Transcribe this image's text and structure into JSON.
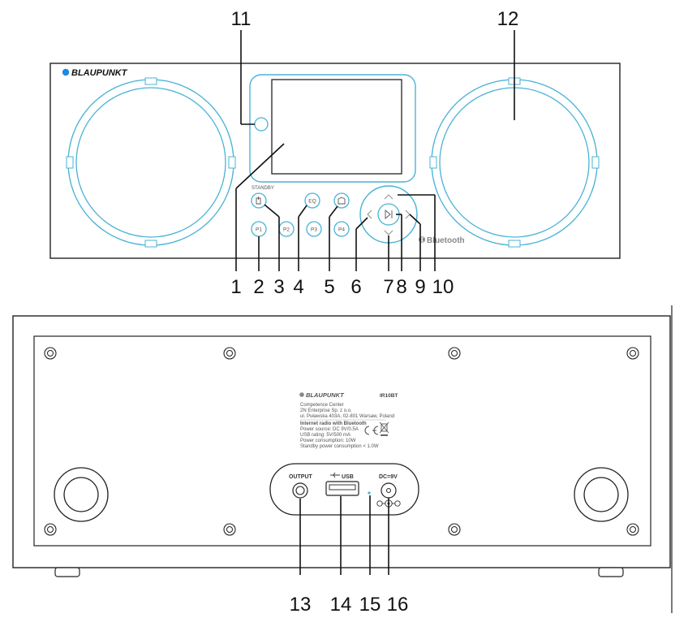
{
  "brand": "BLAUPUNKT",
  "front": {
    "standby_label": "STANDBY",
    "bluetooth_label": "Bluetooth",
    "buttons": {
      "eq": "EQ",
      "p1": "P1",
      "p2": "P2",
      "p3": "P3",
      "p4": "P4"
    }
  },
  "back": {
    "model": "IR10BT",
    "address_lines": [
      "Competence Center",
      "2N Enterprise Sp. z o.o.",
      "ul. Puławska 403A, 02-801 Warsaw, Poland"
    ],
    "spec_lines": [
      "Internet radio with Bluetooth",
      "Power source: DC 9V/0.5A",
      "USB rating: 5V/500 mA",
      "Power consumption: 10W",
      "Standby power consumption < 1.0W"
    ],
    "ports": {
      "output": "OUTPUT",
      "usb": "USB",
      "dc": "DC=9V"
    }
  },
  "callouts": {
    "n1": "1",
    "n2": "2",
    "n3": "3",
    "n4": "4",
    "n5": "5",
    "n6": "6",
    "n7": "7",
    "n8": "8",
    "n9": "9",
    "n10": "10",
    "n11": "11",
    "n12": "12",
    "n13": "13",
    "n14": "14",
    "n15": "15",
    "n16": "16"
  },
  "icons": {
    "brand_dot": "blue-dot-icon",
    "standby": "power-icon",
    "play_pause": "play-pause-icon",
    "ce": "ce-mark-icon",
    "weee": "crossed-bin-icon",
    "bluetooth": "bluetooth-icon"
  },
  "colors": {
    "accent_blue": "#4ab3d4",
    "brand_blue": "#1e88e5",
    "outline": "#222222"
  }
}
